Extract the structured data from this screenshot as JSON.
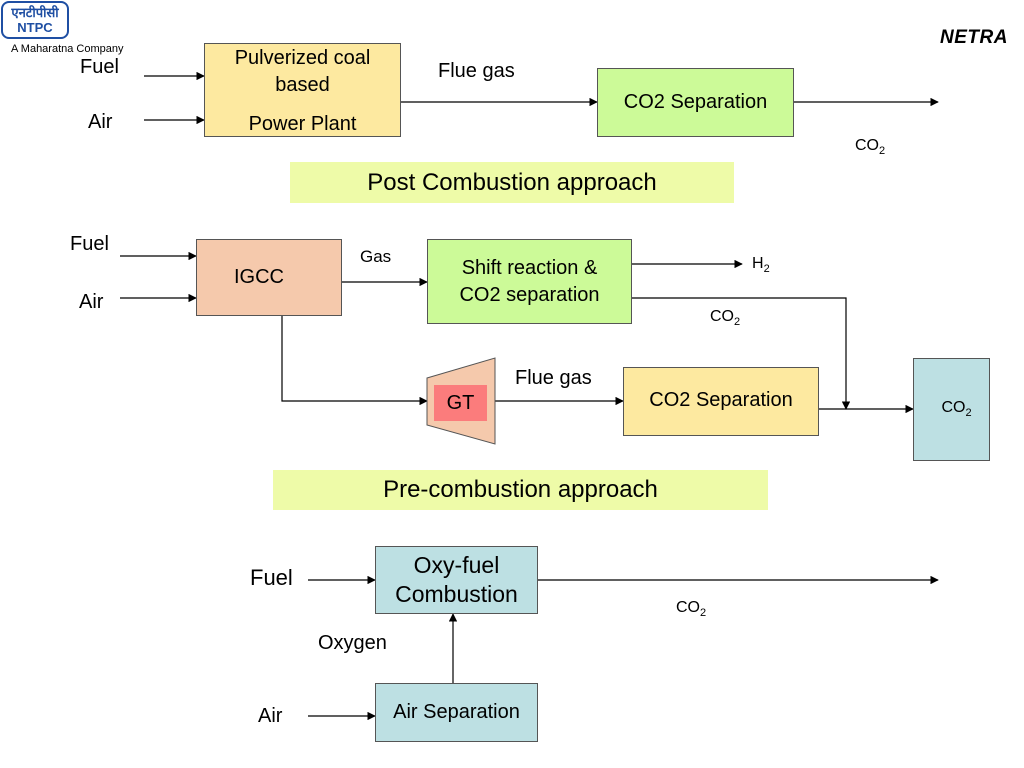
{
  "header": {
    "logo": {
      "hindi": "एनटीपीसी",
      "english": "NTPC"
    },
    "tagline": "A Maharatna Company",
    "brand": "NETRA"
  },
  "post": {
    "fuel": "Fuel",
    "air": "Air",
    "plant": [
      "Pulverized coal",
      "based",
      "Power Plant"
    ],
    "flue_gas": "Flue gas",
    "separation": "CO2 Separation",
    "co2": "CO",
    "co2_sub": "2",
    "banner": "Post Combustion approach"
  },
  "pre": {
    "fuel": "Fuel",
    "air": "Air",
    "igcc": "IGCC",
    "gas": "Gas",
    "shift": [
      "Shift reaction &",
      "CO2 separation"
    ],
    "h2": "H",
    "h2_sub": "2",
    "co2_mid": "CO",
    "co2_mid_sub": "2",
    "gt": "GT",
    "flue_gas": "Flue gas",
    "separation": "CO2 Separation",
    "storage": "CO",
    "storage_sub": "2",
    "banner": "Pre-combustion approach"
  },
  "oxy": {
    "fuel": "Fuel",
    "combustion": [
      "Oxy-fuel",
      "Combustion"
    ],
    "co2": "CO",
    "co2_sub": "2",
    "oxygen": "Oxygen",
    "air": "Air",
    "air_separation": "Air Separation"
  },
  "colors": {
    "yellow_box": "#fde9a0",
    "green_box": "#ccfa98",
    "peach_box": "#f5c9ac",
    "gt_red": "#fb7c7c",
    "blue_box": "#bde0e3",
    "banner": "#eefba8",
    "logo_blue": "#1f4fa3"
  }
}
